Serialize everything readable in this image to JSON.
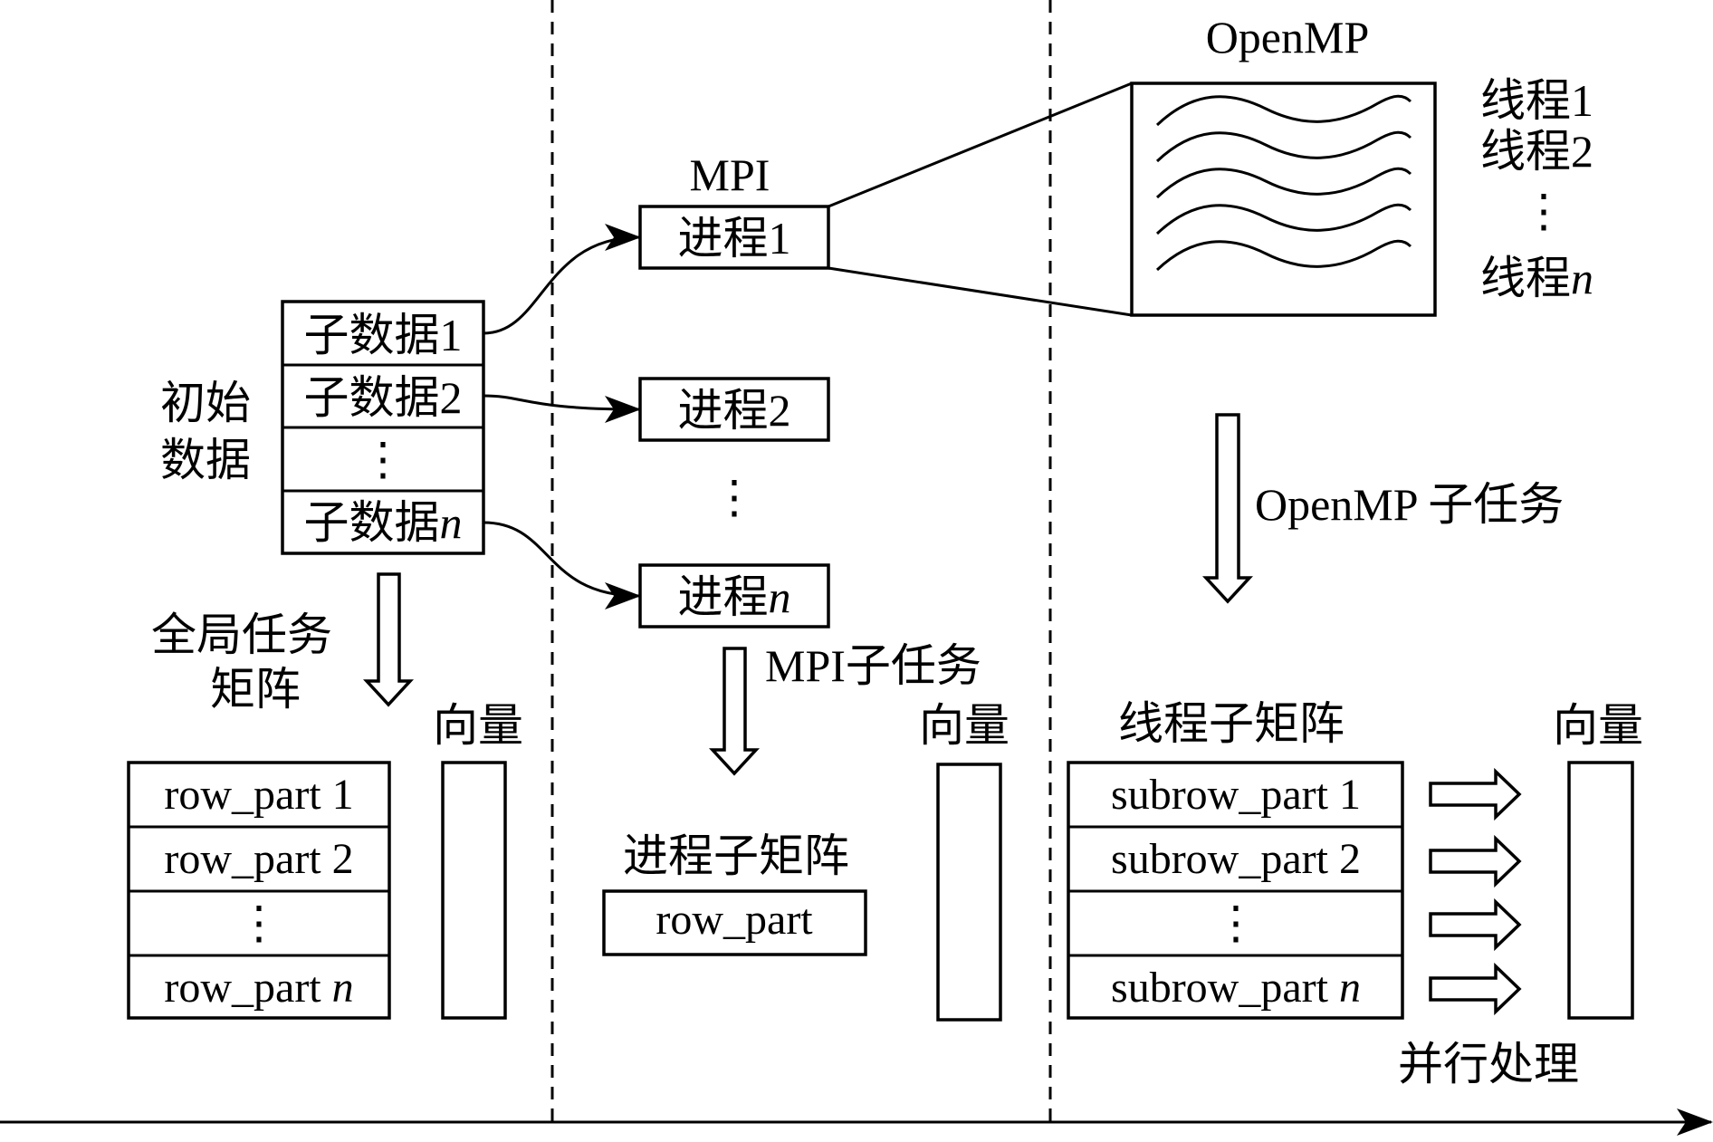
{
  "stage1": {
    "initial_data": [
      "初始",
      "数据"
    ],
    "sub_data": [
      "子数据1",
      "子数据2",
      "⋮",
      "子数据n"
    ],
    "global_matrix": [
      "全局任务",
      "矩阵"
    ],
    "vector_label": "向量",
    "rows": [
      "row_part 1",
      "row_part 2",
      "⋮",
      "row_part n"
    ]
  },
  "stage2": {
    "mpi_label": "MPI",
    "processes": [
      "进程1",
      "进程2",
      "⋮",
      "进程n"
    ],
    "subtask_label": "MPI子任务",
    "process_matrix_label": "进程子矩阵",
    "row_part": "row_part",
    "vector_label": "向量"
  },
  "stage3": {
    "openmp_label": "OpenMP",
    "threads": [
      "线程1",
      "线程2",
      "⋮",
      "线程n"
    ],
    "subtask_label": "OpenMP 子任务",
    "thread_matrix_label": "线程子矩阵",
    "subrows": [
      "subrow_part 1",
      "subrow_part 2",
      "⋮",
      "subrow_part n"
    ],
    "vector_label": "向量",
    "parallel_label": "并行处理"
  },
  "icons": {
    "openmp_box": "wave-lines-icon",
    "arrows": "hollow-arrow-icon"
  }
}
